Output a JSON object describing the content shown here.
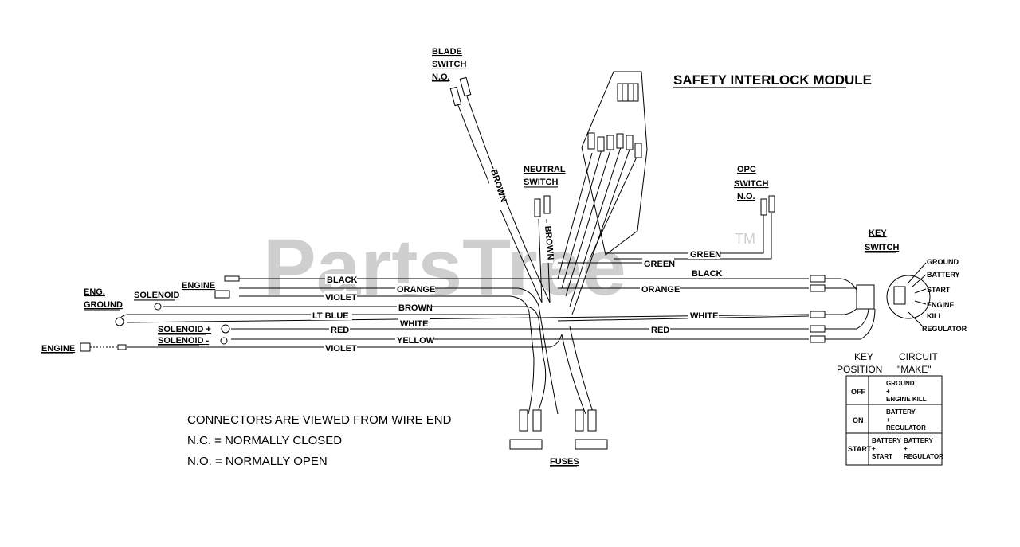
{
  "title": "SAFETY INTERLOCK MODULE",
  "watermark": {
    "text": "PartsTree",
    "mark": "TM"
  },
  "components": {
    "blade_switch": [
      "BLADE",
      "SWITCH",
      "N.O."
    ],
    "neutral_switch": [
      "NEUTRAL",
      "SWITCH"
    ],
    "opc_switch": [
      "OPC",
      "SWITCH",
      "N.O."
    ],
    "key_switch": [
      "KEY",
      "SWITCH"
    ],
    "engine_top": "ENGINE",
    "eng_ground": [
      "ENG.",
      "GROUND"
    ],
    "solenoid": "SOLENOID",
    "solenoid_plus": [
      "SOLENOID +",
      "SOLENOID -"
    ],
    "engine_left": "ENGINE",
    "fuses": "FUSES"
  },
  "key_terminals": [
    "GROUND",
    "BATTERY",
    "START",
    "ENGINE",
    "KILL",
    "REGULATOR"
  ],
  "wires": {
    "brown_blade": "BROWN",
    "brown_neutral": "BROWN",
    "green_opc": "GREEN",
    "green_mid": "GREEN",
    "black_right": "BLACK",
    "orange_right": "ORANGE",
    "white_right": "WHITE",
    "red_right": "RED",
    "black_left": "BLACK",
    "orange_left": "ORANGE",
    "violet_top": "VIOLET",
    "brown_left": "BROWN",
    "ltblue": "LT BLUE",
    "white_left": "WHITE",
    "red_left": "RED",
    "yellow": "YELLOW",
    "violet_bottom": "VIOLET"
  },
  "notes": [
    "CONNECTORS ARE VIEWED FROM WIRE END",
    "N.C. = NORMALLY CLOSED",
    "N.O. = NORMALLY OPEN"
  ],
  "circuit_table": {
    "headers": [
      [
        "KEY",
        "POSITION"
      ],
      [
        "CIRCUIT",
        "\"MAKE\""
      ]
    ],
    "rows": [
      {
        "position": "OFF",
        "make": [
          "GROUND",
          "+",
          "ENGINE KILL"
        ]
      },
      {
        "position": "ON",
        "make": [
          "BATTERY",
          "+",
          "REGULATOR"
        ]
      },
      {
        "position": "START",
        "make": [
          "BATTERY",
          "+",
          "START"
        ],
        "make2": [
          "BATTERY",
          "+",
          "REGULATOR"
        ]
      }
    ]
  }
}
